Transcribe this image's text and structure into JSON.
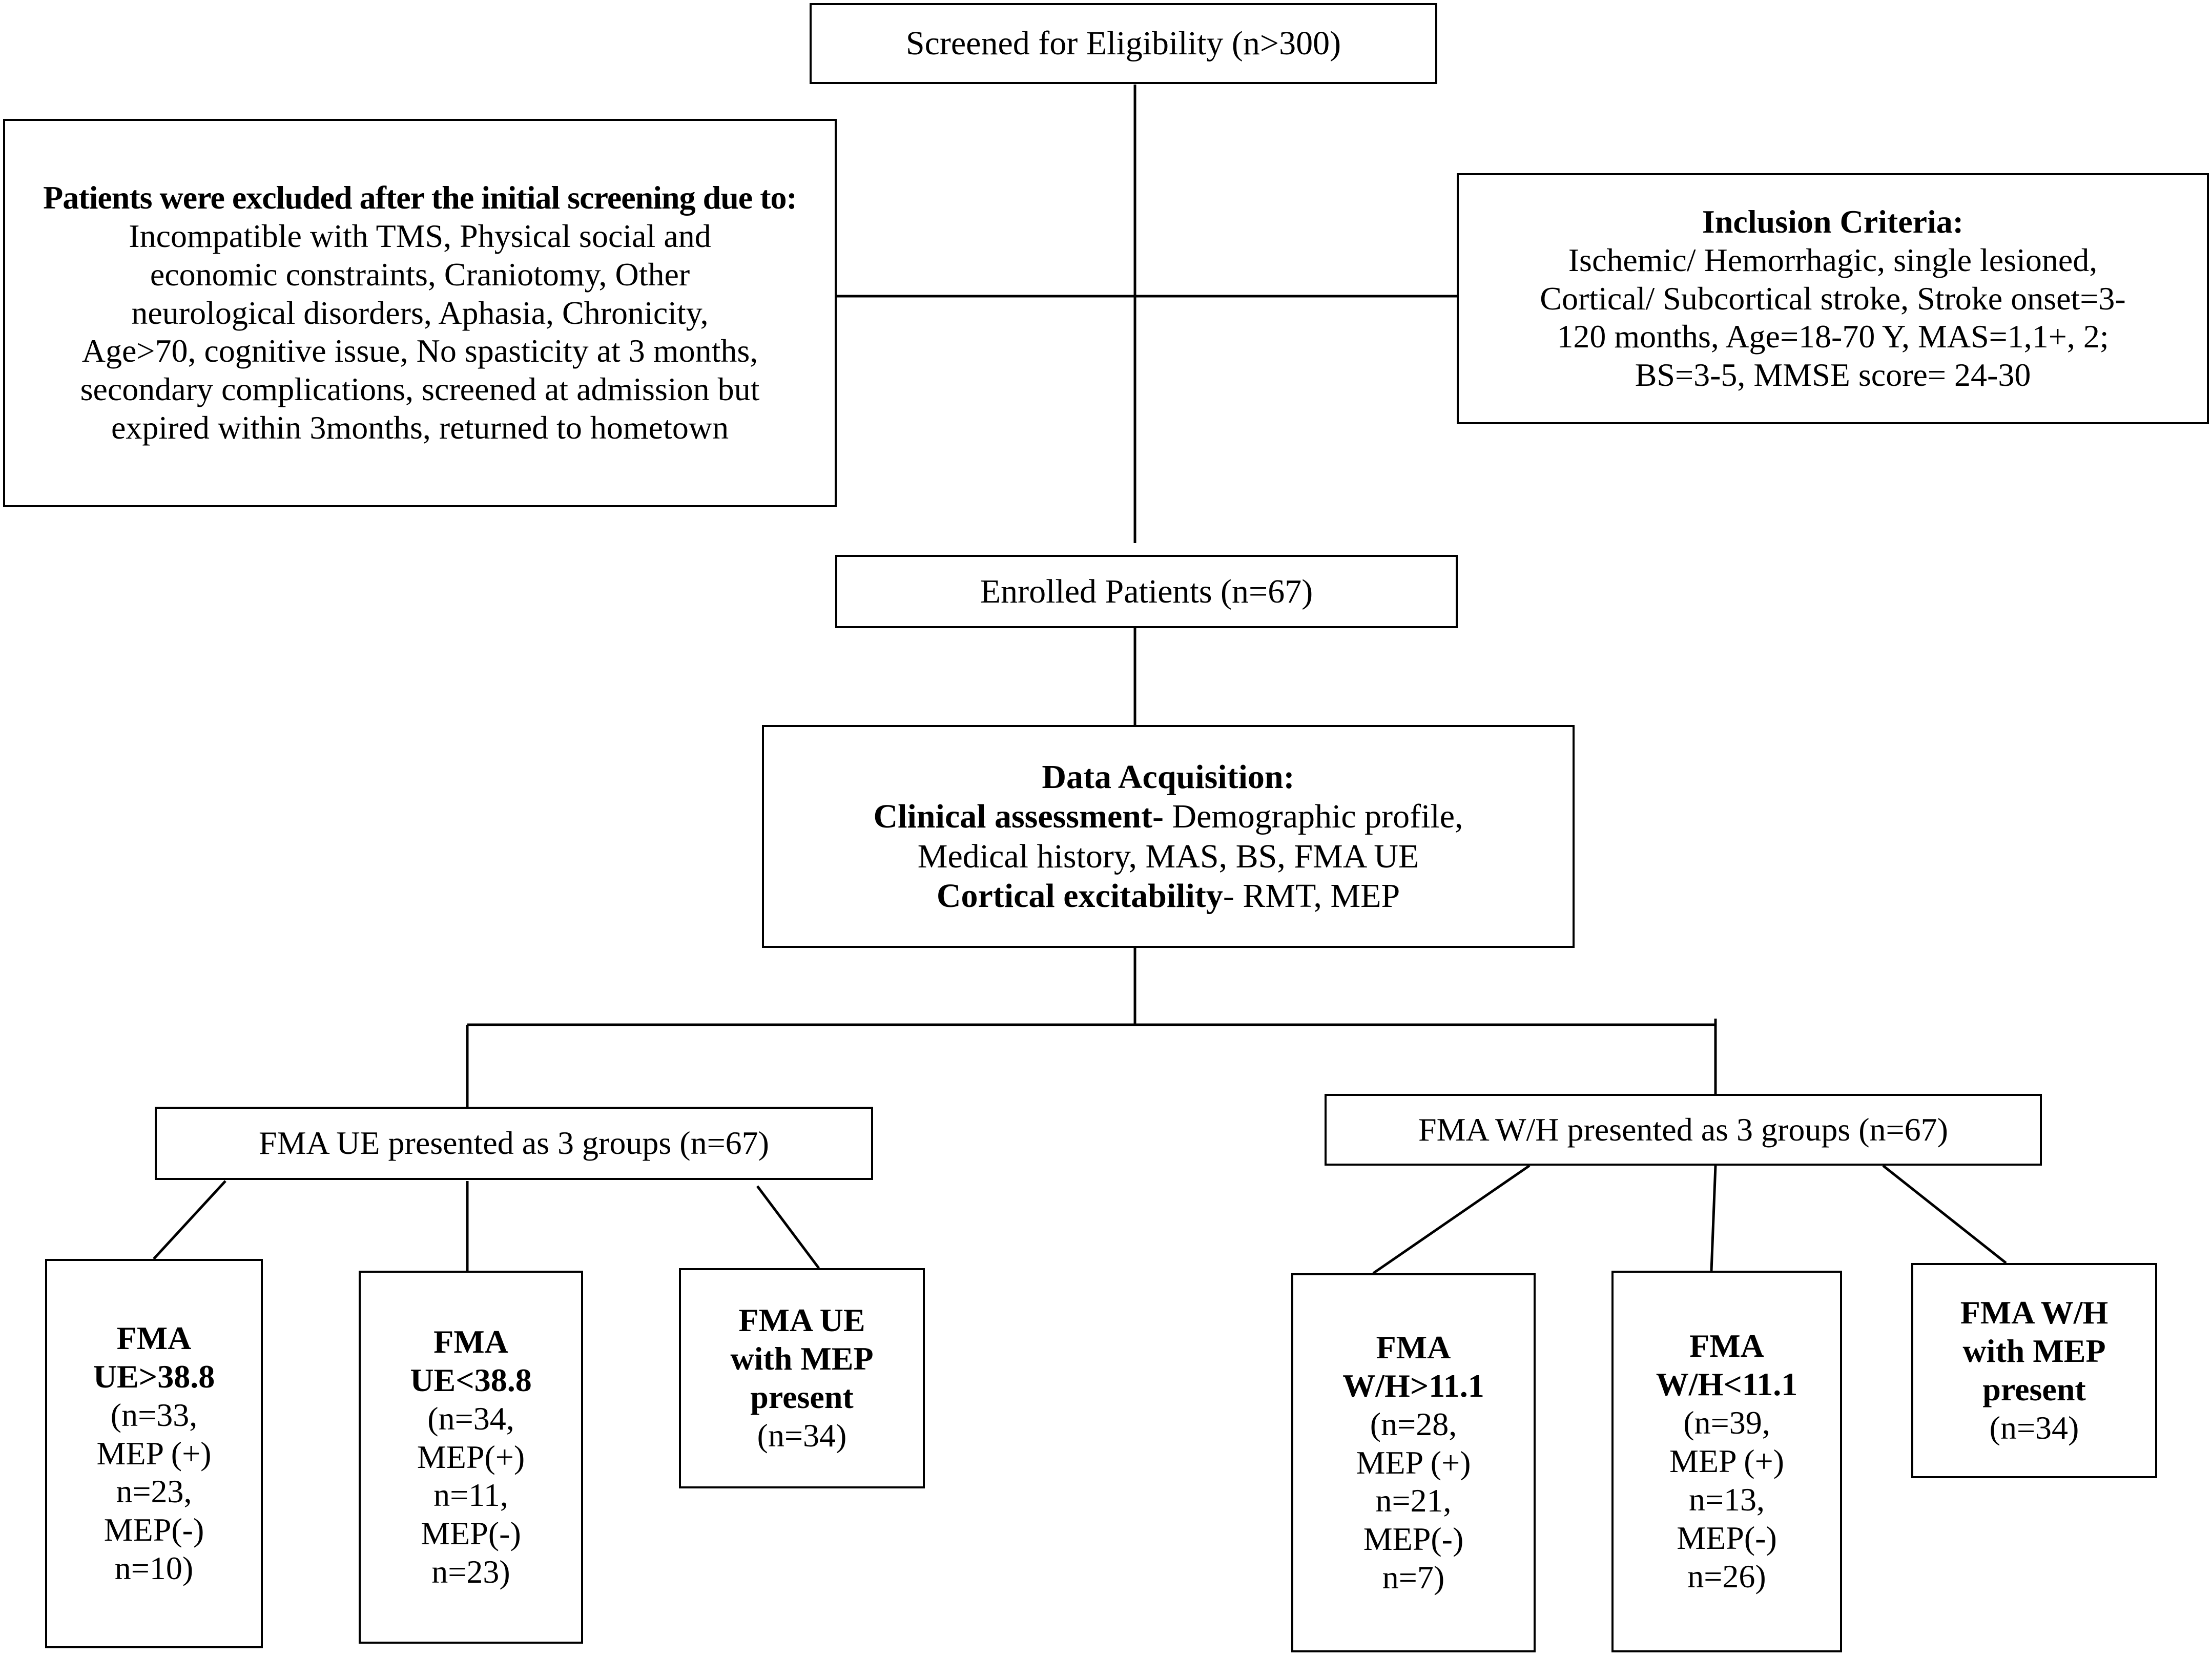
{
  "screened": {
    "label": "Screened for Eligibility  (n>300)"
  },
  "excluded": {
    "title": "Patients were excluded after the initial screening due to:",
    "lines": [
      "Incompatible with TMS, Physical social and",
      "economic constraints, Craniotomy, Other",
      "neurological disorders, Aphasia, Chronicity,",
      "Age>70, cognitive issue, No spasticity at 3 months,",
      "secondary complications,  screened at admission but",
      "expired within 3months, returned to hometown"
    ]
  },
  "inclusion": {
    "title": "Inclusion Criteria:",
    "lines": [
      "Ischemic/ Hemorrhagic, single lesioned,",
      "Cortical/ Subcortical stroke, Stroke onset=3-",
      "120 months, Age=18-70 Y, MAS=1,1+, 2;",
      "BS=3-5, MMSE score= 24-30"
    ]
  },
  "enrolled": {
    "label": "Enrolled  Patients  (n=67)"
  },
  "acquisition": {
    "title": "Data Acquisition:",
    "clinical_bold": "Clinical  assessment",
    "clinical_rest": "- Demographic  profile,",
    "clinical_line2": "Medical history,  MAS, BS, FMA UE",
    "cortical_bold": "Cortical  excitability",
    "cortical_rest": "- RMT, MEP"
  },
  "ue_group": {
    "label": "FMA UE presented as 3 groups  (n=67)",
    "boxes": [
      {
        "bold": [
          "FMA",
          "UE>38.8"
        ],
        "lines": [
          "(n=33,",
          "MEP (+)",
          "n=23,",
          "MEP(-)",
          "n=10)"
        ]
      },
      {
        "bold": [
          "FMA",
          "UE<38.8"
        ],
        "lines": [
          "(n=34,",
          "MEP(+)",
          "n=11,",
          "MEP(-)",
          "n=23)"
        ]
      },
      {
        "bold": [
          "FMA UE",
          "with  MEP",
          "present"
        ],
        "lines": [
          "(n=34)"
        ]
      }
    ]
  },
  "wh_group": {
    "label": "FMA W/H presented as 3 groups  (n=67)",
    "boxes": [
      {
        "bold": [
          "FMA",
          "W/H>11.1"
        ],
        "lines": [
          "(n=28,",
          "MEP (+)",
          "n=21,",
          "MEP(-)",
          "n=7)"
        ]
      },
      {
        "bold": [
          "FMA",
          "W/H<11.1"
        ],
        "lines": [
          "(n=39,",
          "MEP (+)",
          "n=13,",
          "MEP(-)",
          "n=26)"
        ]
      },
      {
        "bold": [
          "FMA W/H",
          "with  MEP",
          "present"
        ],
        "lines": [
          "(n=34)"
        ]
      }
    ]
  }
}
